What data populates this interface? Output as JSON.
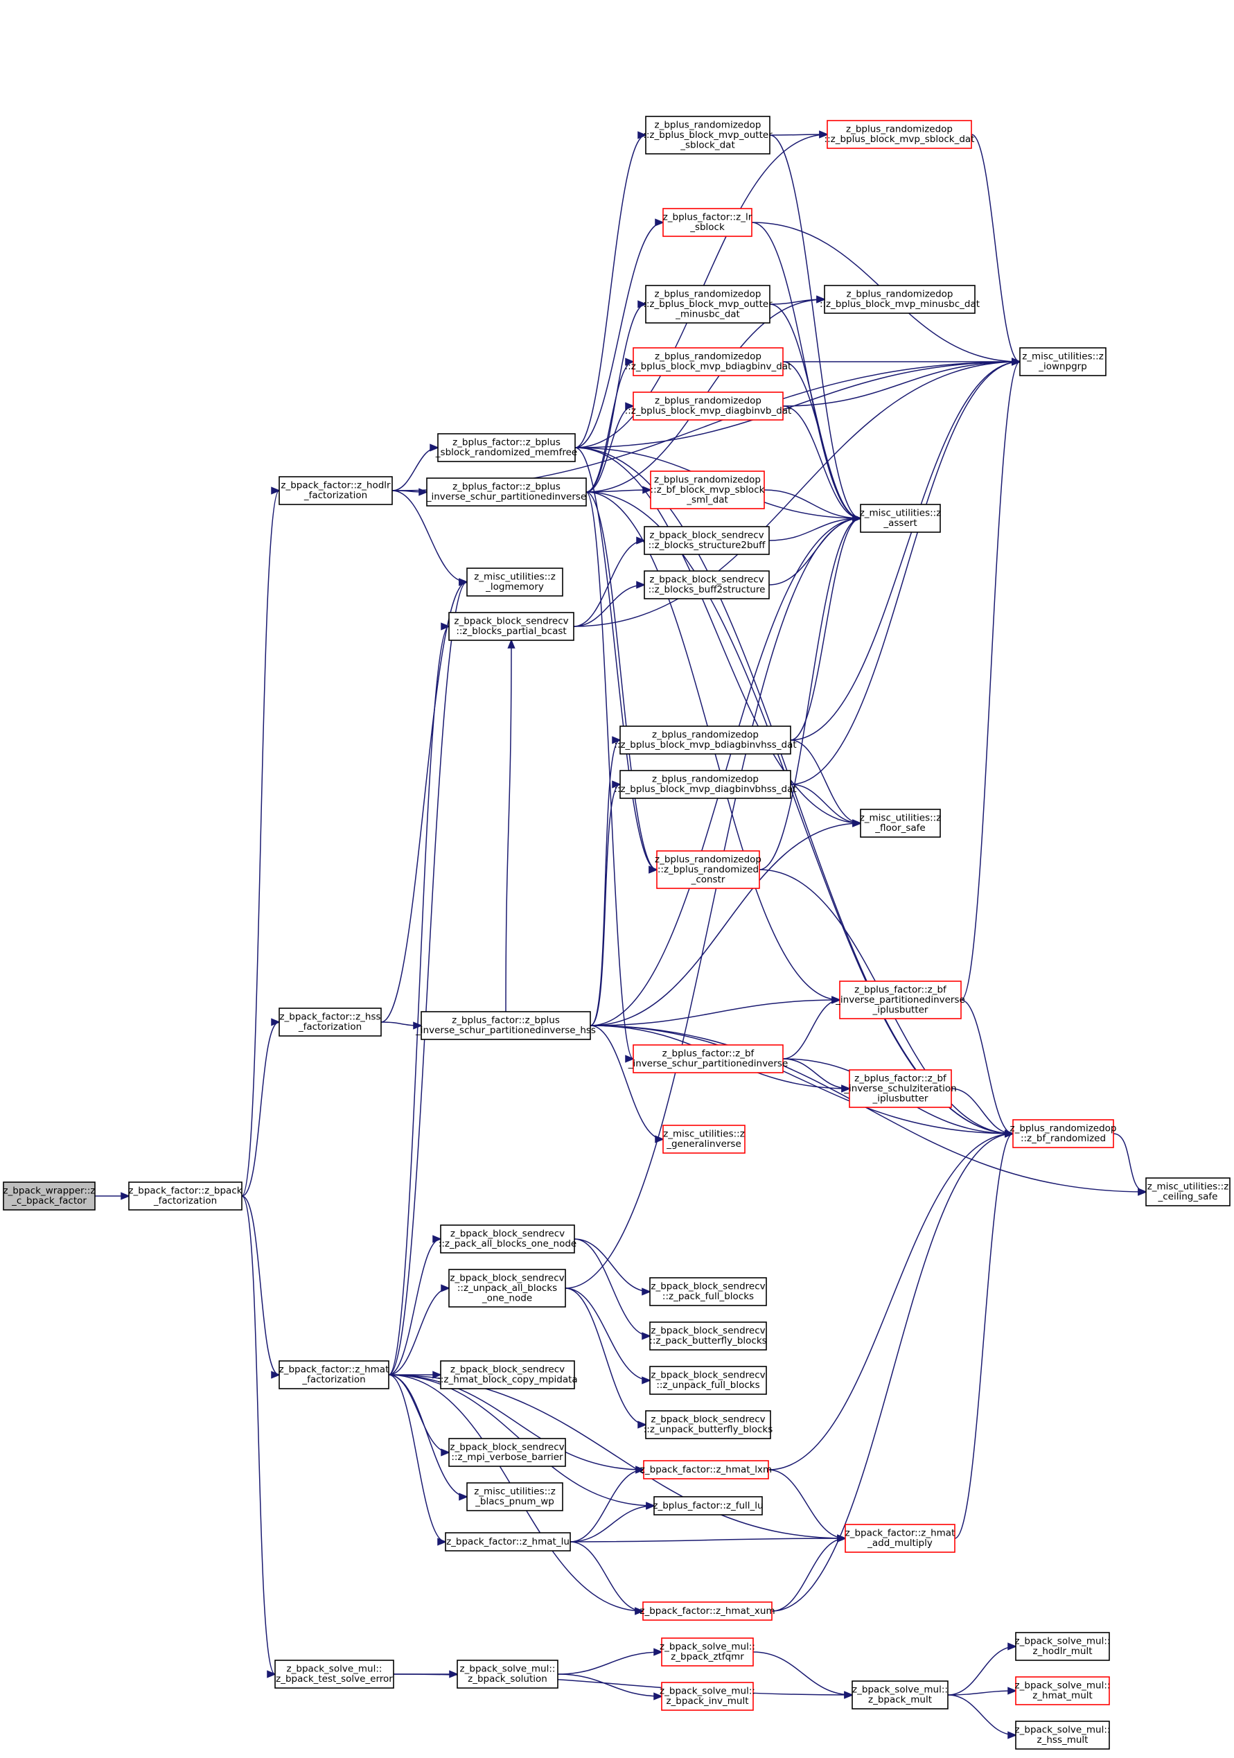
{
  "graph": {
    "title": "",
    "colors": {
      "edge": "#191970",
      "node_border": "#000000",
      "node_border_truncated": "#ff0000",
      "root_fill": "#bfbfbf",
      "node_fill": "#ffffff"
    },
    "nodes": [
      {
        "id": "root",
        "lines": [
          "z_bpack_wrapper::z",
          "_c_bpack_factor"
        ],
        "style": "root"
      },
      {
        "id": "bpack_factorization",
        "lines": [
          "z_bpack_factor::z_bpack",
          "_factorization"
        ],
        "style": "normal"
      },
      {
        "id": "hodlr_factorization",
        "lines": [
          "z_bpack_factor::z_hodlr",
          "_factorization"
        ],
        "style": "normal"
      },
      {
        "id": "hss_factorization",
        "lines": [
          "z_bpack_factor::z_hss",
          "_factorization"
        ],
        "style": "normal"
      },
      {
        "id": "hmat_factorization",
        "lines": [
          "z_bpack_factor::z_hmat",
          "_factorization"
        ],
        "style": "normal"
      },
      {
        "id": "test_solve_error",
        "lines": [
          "z_bpack_solve_mul::",
          "z_bpack_test_solve_error"
        ],
        "style": "normal"
      },
      {
        "id": "sblock_randomized_memfree",
        "lines": [
          "z_bplus_factor::z_bplus",
          "_sblock_randomized_memfree"
        ],
        "style": "normal"
      },
      {
        "id": "inverse_schur_partitionedinverse",
        "lines": [
          "z_bplus_factor::z_bplus",
          "_inverse_schur_partitionedinverse"
        ],
        "style": "normal"
      },
      {
        "id": "logmemory",
        "lines": [
          "z_misc_utilities::z",
          "_logmemory"
        ],
        "style": "normal"
      },
      {
        "id": "blocks_partial_bcast",
        "lines": [
          "z_bpack_block_sendrecv",
          "::z_blocks_partial_bcast"
        ],
        "style": "normal"
      },
      {
        "id": "inverse_schur_partitionedinverse_hss",
        "lines": [
          "z_bplus_factor::z_bplus",
          "_inverse_schur_partitionedinverse_hss"
        ],
        "style": "normal"
      },
      {
        "id": "pack_all_blocks_one_node",
        "lines": [
          "z_bpack_block_sendrecv",
          "::z_pack_all_blocks_one_node"
        ],
        "style": "normal"
      },
      {
        "id": "unpack_all_blocks_one_node",
        "lines": [
          "z_bpack_block_sendrecv",
          "::z_unpack_all_blocks",
          "_one_node"
        ],
        "style": "normal"
      },
      {
        "id": "hmat_block_copy_mpidata",
        "lines": [
          "z_bpack_block_sendrecv",
          "::z_hmat_block_copy_mpidata"
        ],
        "style": "normal"
      },
      {
        "id": "mpi_verbose_barrier",
        "lines": [
          "z_bpack_block_sendrecv",
          "::z_mpi_verbose_barrier"
        ],
        "style": "normal"
      },
      {
        "id": "blacs_pnum_wp",
        "lines": [
          "z_misc_utilities::z",
          "_blacs_pnum_wp"
        ],
        "style": "normal"
      },
      {
        "id": "hmat_lu",
        "lines": [
          "z_bpack_factor::z_hmat_lu"
        ],
        "style": "normal"
      },
      {
        "id": "bpack_solution",
        "lines": [
          "z_bpack_solve_mul::",
          "z_bpack_solution"
        ],
        "style": "normal"
      },
      {
        "id": "mvp_outter_sblock_dat",
        "lines": [
          "z_bplus_randomizedop",
          "::z_bplus_block_mvp_outter",
          "_sblock_dat"
        ],
        "style": "normal"
      },
      {
        "id": "lr_sblock",
        "lines": [
          "z_bplus_factor::z_lr",
          "_sblock"
        ],
        "style": "truncated"
      },
      {
        "id": "mvp_outter_minusbc_dat",
        "lines": [
          "z_bplus_randomizedop",
          "::z_bplus_block_mvp_outter",
          "_minusbc_dat"
        ],
        "style": "normal"
      },
      {
        "id": "mvp_bdiagbinv_dat",
        "lines": [
          "z_bplus_randomizedop",
          "::z_bplus_block_mvp_bdiagbinv_dat"
        ],
        "style": "truncated"
      },
      {
        "id": "mvp_diagbinvb_dat",
        "lines": [
          "z_bplus_randomizedop",
          "::z_bplus_block_mvp_diagbinvb_dat"
        ],
        "style": "truncated"
      },
      {
        "id": "bf_block_mvp_sblock_sml_dat",
        "lines": [
          "z_bplus_randomizedop",
          "::z_bf_block_mvp_sblock",
          "_sml_dat"
        ],
        "style": "truncated"
      },
      {
        "id": "blocks_structure2buff",
        "lines": [
          "z_bpack_block_sendrecv",
          "::z_blocks_structure2buff"
        ],
        "style": "normal"
      },
      {
        "id": "blocks_buff2structure",
        "lines": [
          "z_bpack_block_sendrecv",
          "::z_blocks_buff2structure"
        ],
        "style": "normal"
      },
      {
        "id": "mvp_bdiagbinvhss_dat",
        "lines": [
          "z_bplus_randomizedop",
          "::z_bplus_block_mvp_bdiagbinvhss_dat"
        ],
        "style": "normal"
      },
      {
        "id": "mvp_diagbinvbhss_dat",
        "lines": [
          "z_bplus_randomizedop",
          "::z_bplus_block_mvp_diagbinvbhss_dat"
        ],
        "style": "normal"
      },
      {
        "id": "bplus_randomized_constr",
        "lines": [
          "z_bplus_randomizedop",
          "::z_bplus_randomized",
          "_constr"
        ],
        "style": "truncated"
      },
      {
        "id": "bf_inverse_schur_partitionedinverse",
        "lines": [
          "z_bplus_factor::z_bf",
          "_inverse_schur_partitionedinverse"
        ],
        "style": "truncated"
      },
      {
        "id": "generalinverse",
        "lines": [
          "z_misc_utilities::z",
          "_generalinverse"
        ],
        "style": "truncated"
      },
      {
        "id": "pack_full_blocks",
        "lines": [
          "z_bpack_block_sendrecv",
          "::z_pack_full_blocks"
        ],
        "style": "normal"
      },
      {
        "id": "pack_butterfly_blocks",
        "lines": [
          "z_bpack_block_sendrecv",
          "::z_pack_butterfly_blocks"
        ],
        "style": "normal"
      },
      {
        "id": "unpack_full_blocks",
        "lines": [
          "z_bpack_block_sendrecv",
          "::z_unpack_full_blocks"
        ],
        "style": "normal"
      },
      {
        "id": "unpack_butterfly_blocks",
        "lines": [
          "z_bpack_block_sendrecv",
          "::z_unpack_butterfly_blocks"
        ],
        "style": "normal"
      },
      {
        "id": "hmat_lxm",
        "lines": [
          "z_bpack_factor::z_hmat_lxm"
        ],
        "style": "truncated"
      },
      {
        "id": "full_lu",
        "lines": [
          "z_bplus_factor::z_full_lu"
        ],
        "style": "normal"
      },
      {
        "id": "hmat_xum",
        "lines": [
          "z_bpack_factor::z_hmat_xum"
        ],
        "style": "truncated"
      },
      {
        "id": "ztfqmr",
        "lines": [
          "z_bpack_solve_mul::",
          "z_bpack_ztfqmr"
        ],
        "style": "truncated"
      },
      {
        "id": "inv_mult",
        "lines": [
          "z_bpack_solve_mul::",
          "z_bpack_inv_mult"
        ],
        "style": "truncated"
      },
      {
        "id": "mvp_sblock_dat",
        "lines": [
          "z_bplus_randomizedop",
          "::z_bplus_block_mvp_sblock_dat"
        ],
        "style": "truncated"
      },
      {
        "id": "mvp_minusbc_dat",
        "lines": [
          "z_bplus_randomizedop",
          "::z_bplus_block_mvp_minusbc_dat"
        ],
        "style": "normal"
      },
      {
        "id": "assert",
        "lines": [
          "z_misc_utilities::z",
          "_assert"
        ],
        "style": "normal"
      },
      {
        "id": "floor_safe",
        "lines": [
          "z_misc_utilities::z",
          "_floor_safe"
        ],
        "style": "normal"
      },
      {
        "id": "bf_inverse_partitionedinverse_iplusbutter",
        "lines": [
          "z_bplus_factor::z_bf",
          "_inverse_partitionedinverse",
          "_iplusbutter"
        ],
        "style": "truncated"
      },
      {
        "id": "bf_inverse_schulziteration_iplusbutter",
        "lines": [
          "z_bplus_factor::z_bf",
          "_inverse_schulziteration",
          "_iplusbutter"
        ],
        "style": "truncated"
      },
      {
        "id": "hmat_add_multiply",
        "lines": [
          "z_bpack_factor::z_hmat",
          "_add_multiply"
        ],
        "style": "truncated"
      },
      {
        "id": "bpack_mult",
        "lines": [
          "z_bpack_solve_mul::",
          "z_bpack_mult"
        ],
        "style": "normal"
      },
      {
        "id": "iownpgrp",
        "lines": [
          "z_misc_utilities::z",
          "_iownpgrp"
        ],
        "style": "normal"
      },
      {
        "id": "bf_randomized",
        "lines": [
          "z_bplus_randomizedop",
          "::z_bf_randomized"
        ],
        "style": "truncated"
      },
      {
        "id": "ceiling_safe",
        "lines": [
          "z_misc_utilities::z",
          "_ceiling_safe"
        ],
        "style": "normal"
      },
      {
        "id": "hodlr_mult",
        "lines": [
          "z_bpack_solve_mul::",
          "z_hodlr_mult"
        ],
        "style": "normal"
      },
      {
        "id": "hmat_mult",
        "lines": [
          "z_bpack_solve_mul::",
          "z_hmat_mult"
        ],
        "style": "truncated"
      },
      {
        "id": "hss_mult",
        "lines": [
          "z_bpack_solve_mul::",
          "z_hss_mult"
        ],
        "style": "normal"
      }
    ],
    "edges": [
      [
        "root",
        "bpack_factorization"
      ],
      [
        "bpack_factorization",
        "hodlr_factorization"
      ],
      [
        "bpack_factorization",
        "hss_factorization"
      ],
      [
        "bpack_factorization",
        "hmat_factorization"
      ],
      [
        "bpack_factorization",
        "test_solve_error"
      ],
      [
        "hodlr_factorization",
        "sblock_randomized_memfree"
      ],
      [
        "hodlr_factorization",
        "inverse_schur_partitionedinverse"
      ],
      [
        "hodlr_factorization",
        "logmemory"
      ],
      [
        "hodlr_factorization",
        "iownpgrp"
      ],
      [
        "hss_factorization",
        "inverse_schur_partitionedinverse_hss"
      ],
      [
        "hss_factorization",
        "logmemory"
      ],
      [
        "hmat_factorization",
        "logmemory"
      ],
      [
        "hmat_factorization",
        "blocks_partial_bcast"
      ],
      [
        "hmat_factorization",
        "pack_all_blocks_one_node"
      ],
      [
        "hmat_factorization",
        "unpack_all_blocks_one_node"
      ],
      [
        "hmat_factorization",
        "hmat_block_copy_mpidata"
      ],
      [
        "hmat_factorization",
        "mpi_verbose_barrier"
      ],
      [
        "hmat_factorization",
        "blacs_pnum_wp"
      ],
      [
        "hmat_factorization",
        "hmat_lu"
      ],
      [
        "hmat_factorization",
        "full_lu"
      ],
      [
        "hmat_factorization",
        "hmat_lxm"
      ],
      [
        "hmat_factorization",
        "hmat_xum"
      ],
      [
        "hmat_factorization",
        "hmat_add_multiply"
      ],
      [
        "test_solve_error",
        "bpack_solution"
      ],
      [
        "test_solve_error",
        "bpack_mult"
      ],
      [
        "sblock_randomized_memfree",
        "mvp_outter_sblock_dat"
      ],
      [
        "sblock_randomized_memfree",
        "mvp_sblock_dat"
      ],
      [
        "sblock_randomized_memfree",
        "lr_sblock"
      ],
      [
        "sblock_randomized_memfree",
        "iownpgrp"
      ],
      [
        "sblock_randomized_memfree",
        "assert"
      ],
      [
        "sblock_randomized_memfree",
        "floor_safe"
      ],
      [
        "sblock_randomized_memfree",
        "bplus_randomized_constr"
      ],
      [
        "sblock_randomized_memfree",
        "bf_randomized"
      ],
      [
        "inverse_schur_partitionedinverse",
        "mvp_outter_minusbc_dat"
      ],
      [
        "inverse_schur_partitionedinverse",
        "mvp_minusbc_dat"
      ],
      [
        "inverse_schur_partitionedinverse",
        "mvp_bdiagbinv_dat"
      ],
      [
        "inverse_schur_partitionedinverse",
        "mvp_diagbinvb_dat"
      ],
      [
        "inverse_schur_partitionedinverse",
        "bf_block_mvp_sblock_sml_dat"
      ],
      [
        "inverse_schur_partitionedinverse",
        "bplus_randomized_constr"
      ],
      [
        "inverse_schur_partitionedinverse",
        "bf_inverse_schur_partitionedinverse"
      ],
      [
        "inverse_schur_partitionedinverse",
        "bf_inverse_partitionedinverse_iplusbutter"
      ],
      [
        "inverse_schur_partitionedinverse",
        "bf_randomized"
      ],
      [
        "blocks_partial_bcast",
        "blocks_structure2buff"
      ],
      [
        "blocks_partial_bcast",
        "blocks_buff2structure"
      ],
      [
        "blocks_partial_bcast",
        "iownpgrp"
      ],
      [
        "inverse_schur_partitionedinverse_hss",
        "blocks_partial_bcast"
      ],
      [
        "inverse_schur_partitionedinverse_hss",
        "mvp_bdiagbinvhss_dat"
      ],
      [
        "inverse_schur_partitionedinverse_hss",
        "mvp_diagbinvbhss_dat"
      ],
      [
        "inverse_schur_partitionedinverse_hss",
        "assert"
      ],
      [
        "inverse_schur_partitionedinverse_hss",
        "floor_safe"
      ],
      [
        "inverse_schur_partitionedinverse_hss",
        "bf_inverse_partitionedinverse_iplusbutter"
      ],
      [
        "inverse_schur_partitionedinverse_hss",
        "bf_inverse_schulziteration_iplusbutter"
      ],
      [
        "inverse_schur_partitionedinverse_hss",
        "generalinverse"
      ],
      [
        "inverse_schur_partitionedinverse_hss",
        "bf_randomized"
      ],
      [
        "inverse_schur_partitionedinverse_hss",
        "ceiling_safe"
      ],
      [
        "pack_all_blocks_one_node",
        "pack_full_blocks"
      ],
      [
        "pack_all_blocks_one_node",
        "pack_butterfly_blocks"
      ],
      [
        "unpack_all_blocks_one_node",
        "unpack_full_blocks"
      ],
      [
        "unpack_all_blocks_one_node",
        "unpack_butterfly_blocks"
      ],
      [
        "unpack_all_blocks_one_node",
        "assert"
      ],
      [
        "hmat_lu",
        "hmat_lxm"
      ],
      [
        "hmat_lu",
        "full_lu"
      ],
      [
        "hmat_lu",
        "hmat_xum"
      ],
      [
        "hmat_lu",
        "hmat_add_multiply"
      ],
      [
        "bpack_solution",
        "ztfqmr"
      ],
      [
        "bpack_solution",
        "inv_mult"
      ],
      [
        "ztfqmr",
        "bpack_mult"
      ],
      [
        "mvp_outter_sblock_dat",
        "mvp_sblock_dat"
      ],
      [
        "mvp_outter_sblock_dat",
        "assert"
      ],
      [
        "mvp_sblock_dat",
        "iownpgrp"
      ],
      [
        "lr_sblock",
        "iownpgrp"
      ],
      [
        "lr_sblock",
        "assert"
      ],
      [
        "mvp_outter_minusbc_dat",
        "mvp_minusbc_dat"
      ],
      [
        "mvp_outter_minusbc_dat",
        "assert"
      ],
      [
        "mvp_bdiagbinv_dat",
        "iownpgrp"
      ],
      [
        "mvp_bdiagbinv_dat",
        "assert"
      ],
      [
        "mvp_diagbinvb_dat",
        "iownpgrp"
      ],
      [
        "mvp_diagbinvb_dat",
        "assert"
      ],
      [
        "bf_block_mvp_sblock_sml_dat",
        "assert"
      ],
      [
        "blocks_structure2buff",
        "assert"
      ],
      [
        "blocks_buff2structure",
        "assert"
      ],
      [
        "mvp_bdiagbinvhss_dat",
        "floor_safe"
      ],
      [
        "mvp_bdiagbinvhss_dat",
        "iownpgrp"
      ],
      [
        "mvp_bdiagbinvhss_dat",
        "assert"
      ],
      [
        "mvp_diagbinvbhss_dat",
        "floor_safe"
      ],
      [
        "mvp_diagbinvbhss_dat",
        "iownpgrp"
      ],
      [
        "bplus_randomized_constr",
        "assert"
      ],
      [
        "bplus_randomized_constr",
        "bf_randomized"
      ],
      [
        "bf_inverse_schur_partitionedinverse",
        "bf_inverse_partitionedinverse_iplusbutter"
      ],
      [
        "bf_inverse_schur_partitionedinverse",
        "bf_inverse_schulziteration_iplusbutter"
      ],
      [
        "bf_inverse_schur_partitionedinverse",
        "bf_randomized"
      ],
      [
        "bf_inverse_partitionedinverse_iplusbutter",
        "iownpgrp"
      ],
      [
        "bf_inverse_partitionedinverse_iplusbutter",
        "bf_randomized"
      ],
      [
        "bf_inverse_schulziteration_iplusbutter",
        "bf_randomized"
      ],
      [
        "bf_randomized",
        "ceiling_safe"
      ],
      [
        "hmat_lxm",
        "bf_randomized"
      ],
      [
        "hmat_lxm",
        "hmat_add_multiply"
      ],
      [
        "hmat_xum",
        "hmat_add_multiply"
      ],
      [
        "hmat_xum",
        "bf_randomized"
      ],
      [
        "hmat_add_multiply",
        "bf_randomized"
      ],
      [
        "bpack_mult",
        "hodlr_mult"
      ],
      [
        "bpack_mult",
        "hmat_mult"
      ],
      [
        "bpack_mult",
        "hss_mult"
      ]
    ]
  }
}
